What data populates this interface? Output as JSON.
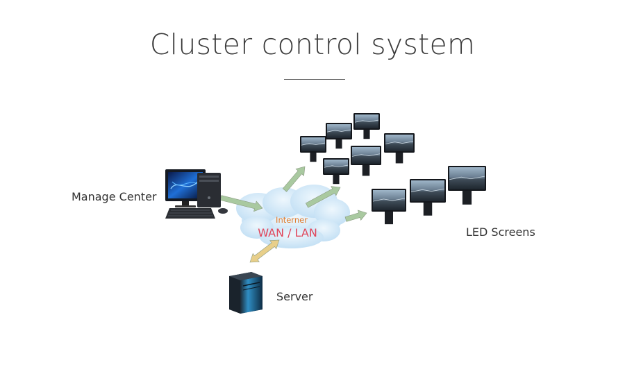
{
  "title": "Cluster control system",
  "labels": {
    "manage_center": "Manage Center",
    "led_screens": "LED Screens",
    "server": "Server",
    "cloud_top": "Interner",
    "cloud_main": "WAN / LAN"
  },
  "colors": {
    "title": "#3a3a3a",
    "cloud": "#cfe6f7",
    "cloud_top_text": "#e07a2a",
    "cloud_main_text": "#e0455a",
    "arrow_green": "#a9c9a0",
    "arrow_tan": "#e8cf8a"
  },
  "icons": [
    "computer-icon",
    "cloud-icon",
    "server-icon",
    "led-screen-icon"
  ]
}
